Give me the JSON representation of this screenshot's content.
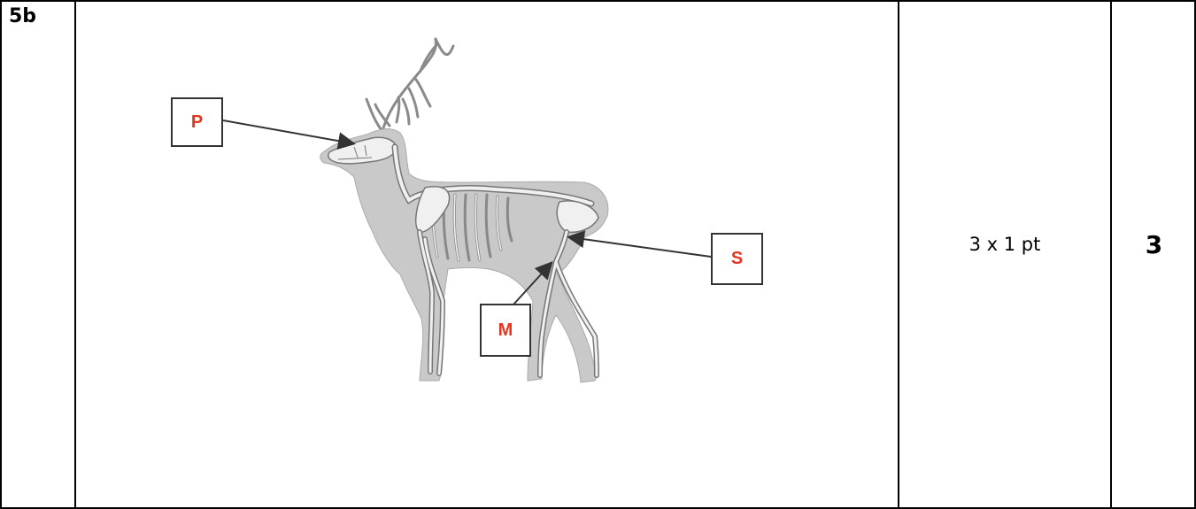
{
  "question": {
    "number": "5b"
  },
  "scoring": {
    "points_rule": "3 x 1 pt",
    "total": "3"
  },
  "figure": {
    "subject": "deer-skeleton-illustration",
    "labels": [
      {
        "id": "p",
        "text": "P"
      },
      {
        "id": "s",
        "text": "S"
      },
      {
        "id": "m",
        "text": "M"
      }
    ],
    "label_color": "#e8341c",
    "silhouette_color": "#c8c8c8",
    "bone_color": "#f2f2f2"
  }
}
